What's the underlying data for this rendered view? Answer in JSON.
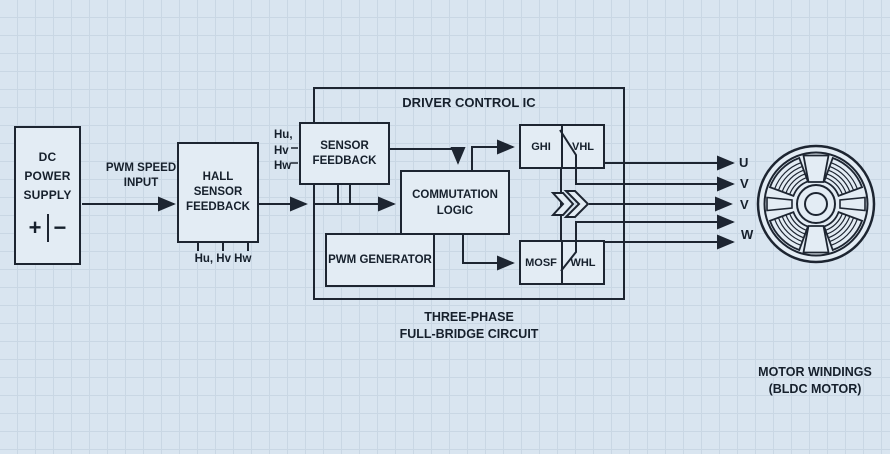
{
  "colors": {
    "background": "#d9e5f0",
    "grid_line": "#c9d7e4",
    "stroke": "#1d2531",
    "box_fill": "#e3ecf4",
    "text": "#16202c"
  },
  "power_supply": {
    "line1": "DC",
    "line2": "POWER",
    "line3": "SUPPLY",
    "plus": "+",
    "minus": "−"
  },
  "pwm_input": {
    "line1": "PWM SPEED",
    "line2": "INPUT"
  },
  "hall_sensor": {
    "line1": "HALL SENSOR",
    "line2": "FEEDBACK",
    "pins_label": "Hu, Hv  Hw"
  },
  "hall_signals": {
    "l1": "Hu,",
    "l2": "Hv",
    "l3": "Hw"
  },
  "driver_ic": {
    "title": "DRIVER CONTROL IC",
    "sensor_feedback": {
      "line1": "SENSOR",
      "line2": "FEEDBACK"
    },
    "commutation": {
      "line1": "COMMUTATION",
      "line2": "LOGIC"
    },
    "pwm_generator": {
      "label": "PWM GENERATOR"
    },
    "gate_top": {
      "left": "GHI",
      "right": "VHL"
    },
    "gate_bottom": {
      "left": "MOSF",
      "right": "WHL"
    }
  },
  "bridge_label": {
    "line1": "THREE-PHASE",
    "line2": "FULL-BRIDGE CIRCUIT"
  },
  "phase_labels": [
    "U",
    "V",
    "V",
    "W"
  ],
  "motor": {
    "line1": "MOTOR WINDINGS",
    "line2": "(BLDC MOTOR)"
  }
}
